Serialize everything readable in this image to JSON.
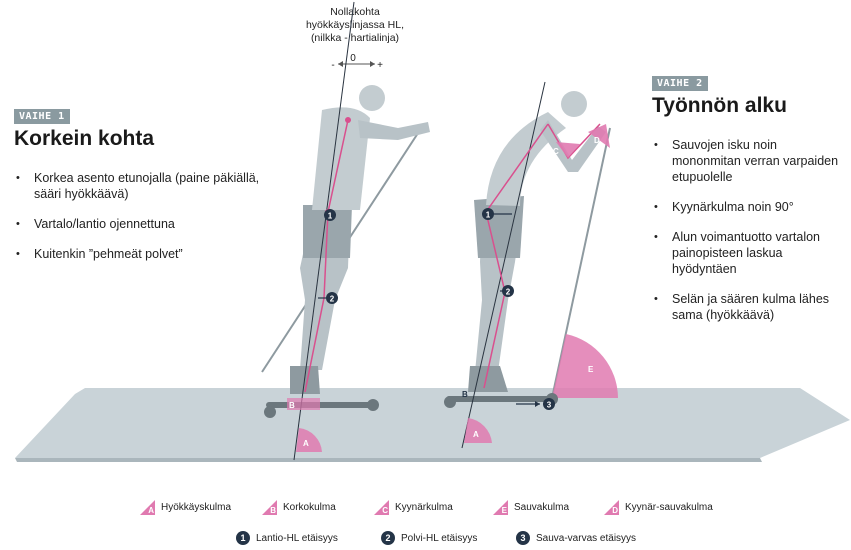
{
  "reference": {
    "line1": "Nollakohta",
    "line2": "hyökkäyslinjassa HL,",
    "line3": "(nilkka - hartialinja)",
    "zero": "0",
    "minus": "-",
    "plus": "+"
  },
  "phase1": {
    "tag": "VAIHE 1",
    "title": "Korkein kohta",
    "bullets": [
      "Korkea asento etunojalla (paine päkiällä, sääri hyökkäävä)",
      "Vartalo/lantio ojennettuna",
      "Kuitenkin ”pehmeät polvet”"
    ]
  },
  "phase2": {
    "tag": "VAIHE 2",
    "title": "Työnnön alku",
    "bullets": [
      "Sauvojen isku noin mononmitan verran varpaiden etupuolelle",
      "Kyynärkulma noin 90°",
      "Alun voimantuotto vartalon painopisteen laskua hyödyntäen",
      "Selän ja säären kulma lähes sama (hyökkäävä)"
    ]
  },
  "figure_markers": {
    "A": "A",
    "B": "B",
    "C": "C",
    "D": "D",
    "E": "E",
    "n1": "1",
    "n2": "2",
    "n3": "3"
  },
  "legend": {
    "angles": [
      {
        "letter": "A",
        "label": "Hyökkäyskulma"
      },
      {
        "letter": "B",
        "label": "Korkokulma"
      },
      {
        "letter": "C",
        "label": "Kyynärkulma"
      },
      {
        "letter": "E",
        "label": "Sauvakulma"
      },
      {
        "letter": "D",
        "label": "Kyynär-sauvakulma"
      }
    ],
    "distances": [
      {
        "num": "1",
        "label": "Lantio-HL etäisyys"
      },
      {
        "num": "2",
        "label": "Polvi-HL etäisyys"
      },
      {
        "num": "3",
        "label": "Sauva-varvas etäisyys"
      }
    ]
  },
  "colors": {
    "accent_pink": "#e07ab0",
    "line_pink": "#d9508e",
    "skier_gray": "#b8c2c7",
    "floor_gray": "#c9d3d8",
    "marker_navy": "#243447",
    "tag_gray": "#8a9aa0"
  }
}
